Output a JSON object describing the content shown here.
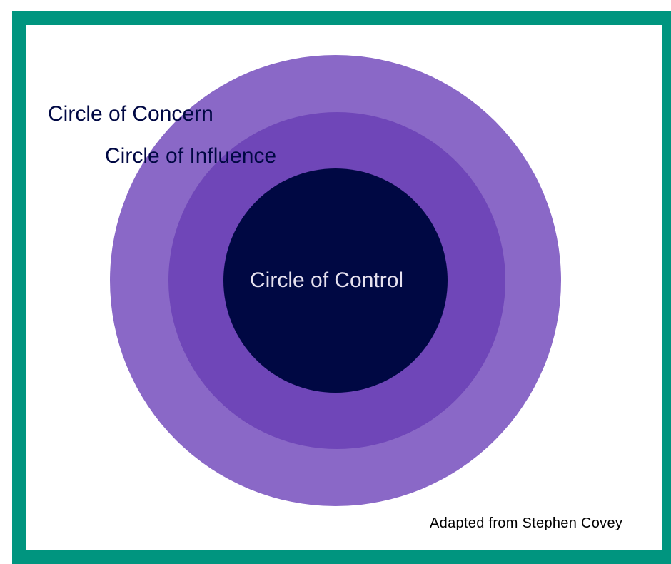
{
  "diagram": {
    "rings": [
      {
        "name": "concern",
        "label": "Circle of Concern",
        "fill": "#8a68c7",
        "label_color": "#000843"
      },
      {
        "name": "influence",
        "label": "Circle of Influence",
        "fill": "#6f46b8",
        "label_color": "#000843"
      },
      {
        "name": "control",
        "label": "Circle of Control",
        "fill": "#000843",
        "label_color": "#e6e1ef"
      }
    ]
  },
  "footer": {
    "credit": "Adapted from Stephen Covey",
    "credit_color": "#000000"
  },
  "frame": {
    "border_color": "#00957f"
  }
}
